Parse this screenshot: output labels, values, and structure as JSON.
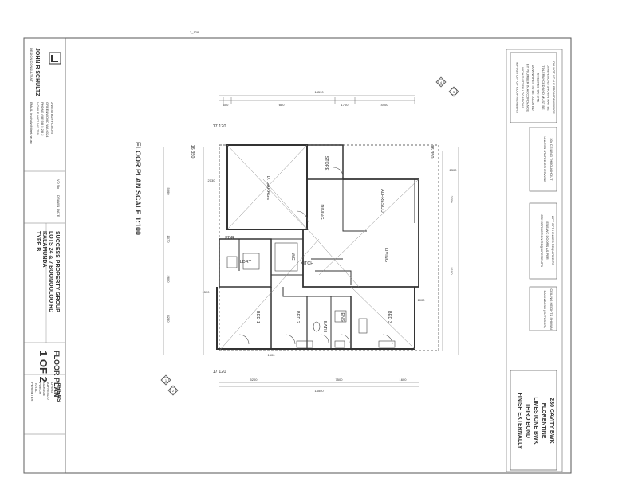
{
  "top_mark": "2_128",
  "title_block": {
    "company_name": "JOHN R SCHULTZ",
    "company_sub": "DESIGN CONSULTANT",
    "address_lines": [
      "2 WESTBURY COURT",
      "GREENWOOD WA 6024",
      "PHONE (08) 9 8 5 2 8 2",
      "MOBILE 0407 947 776"
    ],
    "email": "EMAIL: jrschultz@iinet.net.au",
    "project_lines": [
      "SUCCESS PROPERTY GROUP",
      "LOTS 24 & 7 BOONOOLOO RD",
      "KALAMUNDA",
      "TYPE B"
    ],
    "drawing_title": "FLOOR PLAN",
    "sheet": "1 OF 2",
    "table_headers": [
      "VO No",
      "DRAWN",
      "DATE"
    ],
    "areas_title": "AREAS",
    "area_rows": [
      "LIVING",
      "ALFRESCO",
      "GARAGE",
      "PORCH",
      "TOTAL",
      "PERIMETER"
    ]
  },
  "plan": {
    "title": "FLOOR PLAN SCALE 1:100",
    "dimensions": {
      "overall_width": "17 120",
      "overall_depth": "16 350",
      "bottom_total": "14550",
      "top_total": "14590",
      "top_segments": [
        "600",
        "7880",
        "1700",
        "4400"
      ],
      "bottom_segments": [
        "5200",
        "7500",
        "1600"
      ],
      "left_segments": [
        "5360",
        "1070",
        "2600",
        "4260"
      ],
      "right_segments": [
        "2700",
        "5190"
      ],
      "misc": [
        "2130",
        "1530",
        "1500",
        "1000",
        "2300"
      ]
    },
    "rooms": [
      "D. GARAGE",
      "STORE",
      "DINING",
      "ALFRESCO",
      "LIVING",
      "KITCH",
      "BED 1",
      "BED 2",
      "BED 3",
      "BATH",
      "ENS",
      "WC",
      "PDR",
      "LDRY"
    ],
    "section_marks": [
      "4",
      "3",
      "1",
      "2"
    ]
  },
  "notes": {
    "top_box": [
      "DO NOT SCALE FROM DRAWINGS",
      "DIMENSIONS SHOWN MAY BE",
      "TOLERANCED AND MUST BE",
      "CHECKED ON SITE",
      "DOWNPIPES TO BE LOCATED",
      "BY PLUMBER IN ACCORDANCE",
      "WITH GUTTER LOCATIONS",
      "& POSITION OF ROOF MEMBERS"
    ],
    "ceiling": [
      "30c CEILING THROUGHOUT",
      "UNLESS STATED OTHERWISE"
    ],
    "lift_off": [
      "LIFT OFF HINGES REQUIRED TO",
      "ENS WC DOORS AS PER",
      "CONSTRUCTION REQUIREMENTS"
    ],
    "cornice": [
      "CEILING HEIGHTS SHOWN",
      "DASH/DASH (CL/FLOOR)"
    ],
    "wall_spec": [
      "230 CAVITY BWK",
      "FLORENTINE",
      "LIMESTONE BWK",
      "THIRD BOND",
      "FINISH EXTERNALLY"
    ]
  }
}
